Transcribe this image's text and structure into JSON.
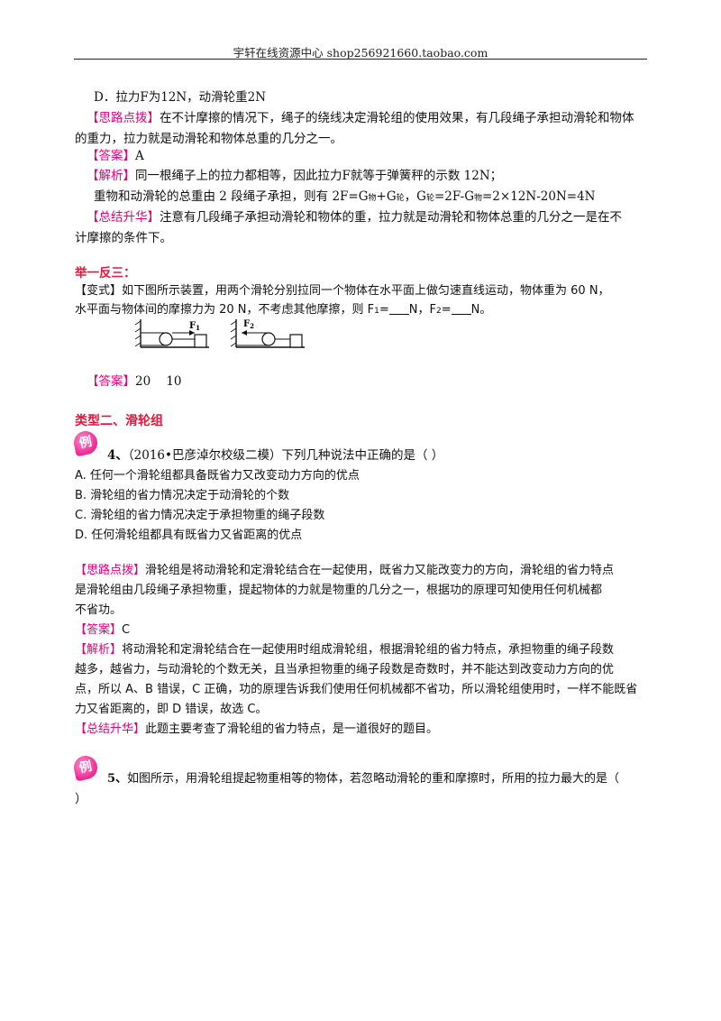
{
  "header": {
    "text": "宇轩在线资源中心   shop256921660.taobao.com"
  },
  "block1": {
    "option_d": "D．拉力F为12N，动滑轮重2N",
    "silu_tag": "【思路点拨】",
    "silu_1": "在不计摩擦的情况下，绳子的绕线决定滑轮组的使用效果，有几段绳子承担动滑轮和物体",
    "silu_2": "的重力，拉力就是动滑轮和物体总重的几分之一。",
    "answer_tag": "【答案】",
    "answer": "A",
    "jiexi_tag": "【解析】",
    "jiexi_1": "同一根绳子上的拉力都相等，因此拉力F就等于弹簧秤的示数 12N；",
    "jiexi_2a": "重物和动滑轮的总重由 2 段绳子承担，则有 2F=G",
    "sub_wu": "物",
    "jiexi_2b": "+G",
    "sub_lun": "轮",
    "jiexi_2c": "，G",
    "jiexi_2d": "=2F-G",
    "jiexi_2e": "=2×12N-20N=4N",
    "zongjie_tag": "【总结升华】",
    "zongjie_1": "注意有几段绳子承担动滑轮和物体的重，拉力就是动滑轮和物体总重的几分之一是在不",
    "zongjie_2": "计摩擦的条件下。"
  },
  "practice": {
    "title": "举一反三：",
    "variant_tag": "【变式】",
    "variant_1": "如下图所示装置，用两个滑轮分别拉同一个物体在水平面上做匀速直线运动，物体重为 60 N，",
    "variant_2a": "水平面与物体间的摩擦力为 20 N，不考虑其他摩擦，则 F",
    "sub1": "1",
    "variant_2b": "=",
    "variant_2c": "N，F",
    "sub2": "2",
    "variant_2d": "=",
    "variant_2e": "N。",
    "fig_f1": "F",
    "fig_f1_sub": "1",
    "fig_f2": "F",
    "fig_f2_sub": "2",
    "answer_tag": "【答案】",
    "answer": "20    10"
  },
  "section2": {
    "title": "类型二、滑轮组",
    "badge": "例",
    "q4_num": "4、",
    "q4_text": "（2016•巴彦淖尔校级二模）下列几种说法中正确的是（      ）",
    "opt_a": "A. 任何一个滑轮组都具备既省力又改变动力方向的优点",
    "opt_b": "B. 滑轮组的省力情况决定于动滑轮的个数",
    "opt_c": "C. 滑轮组的省力情况决定于承担物重的绳子段数",
    "opt_d": "D. 任何滑轮组都具有既省力又省距离的优点",
    "silu_tag": "【思路点拨】",
    "silu_1": "滑轮组是将动滑轮和定滑轮结合在一起使用，既省力又能改变力的方向，滑轮组的省力特点",
    "silu_2": "是滑轮组由几段绳子承担物重，提起物体的力就是物重的几分之一，根据功的原理可知使用任何机械都",
    "silu_3": "不省功。",
    "answer_tag": "【答案】",
    "answer": "C",
    "jiexi_tag": "【解析】",
    "jiexi_1": "将动滑轮和定滑轮结合在一起使用时组成滑轮组，根据滑轮组的省力特点，承担物重的绳子段数",
    "jiexi_2": "越多，越省力，与动滑轮的个数无关，且当承担物重的绳子段数是奇数时，并不能达到改变动力方向的优",
    "jiexi_3": "点，所以 A、B 错误，C 正确，功的原理告诉我们使用任何机械都不省功，所以滑轮组使用时，一样不能既省",
    "jiexi_4": "力又省距离的，即 D 错误，故选 C。",
    "zongjie_tag": "【总结升华】",
    "zongjie_1": "此题主要考查了滑轮组的省力特点，是一道很好的题目。",
    "q5_num": "5、",
    "q5_text": "如图所示，用滑轮组提起物重相等的物体，若忽略动滑轮的重和摩擦时，所用的拉力最大的是（",
    "q5_cont": "）"
  }
}
